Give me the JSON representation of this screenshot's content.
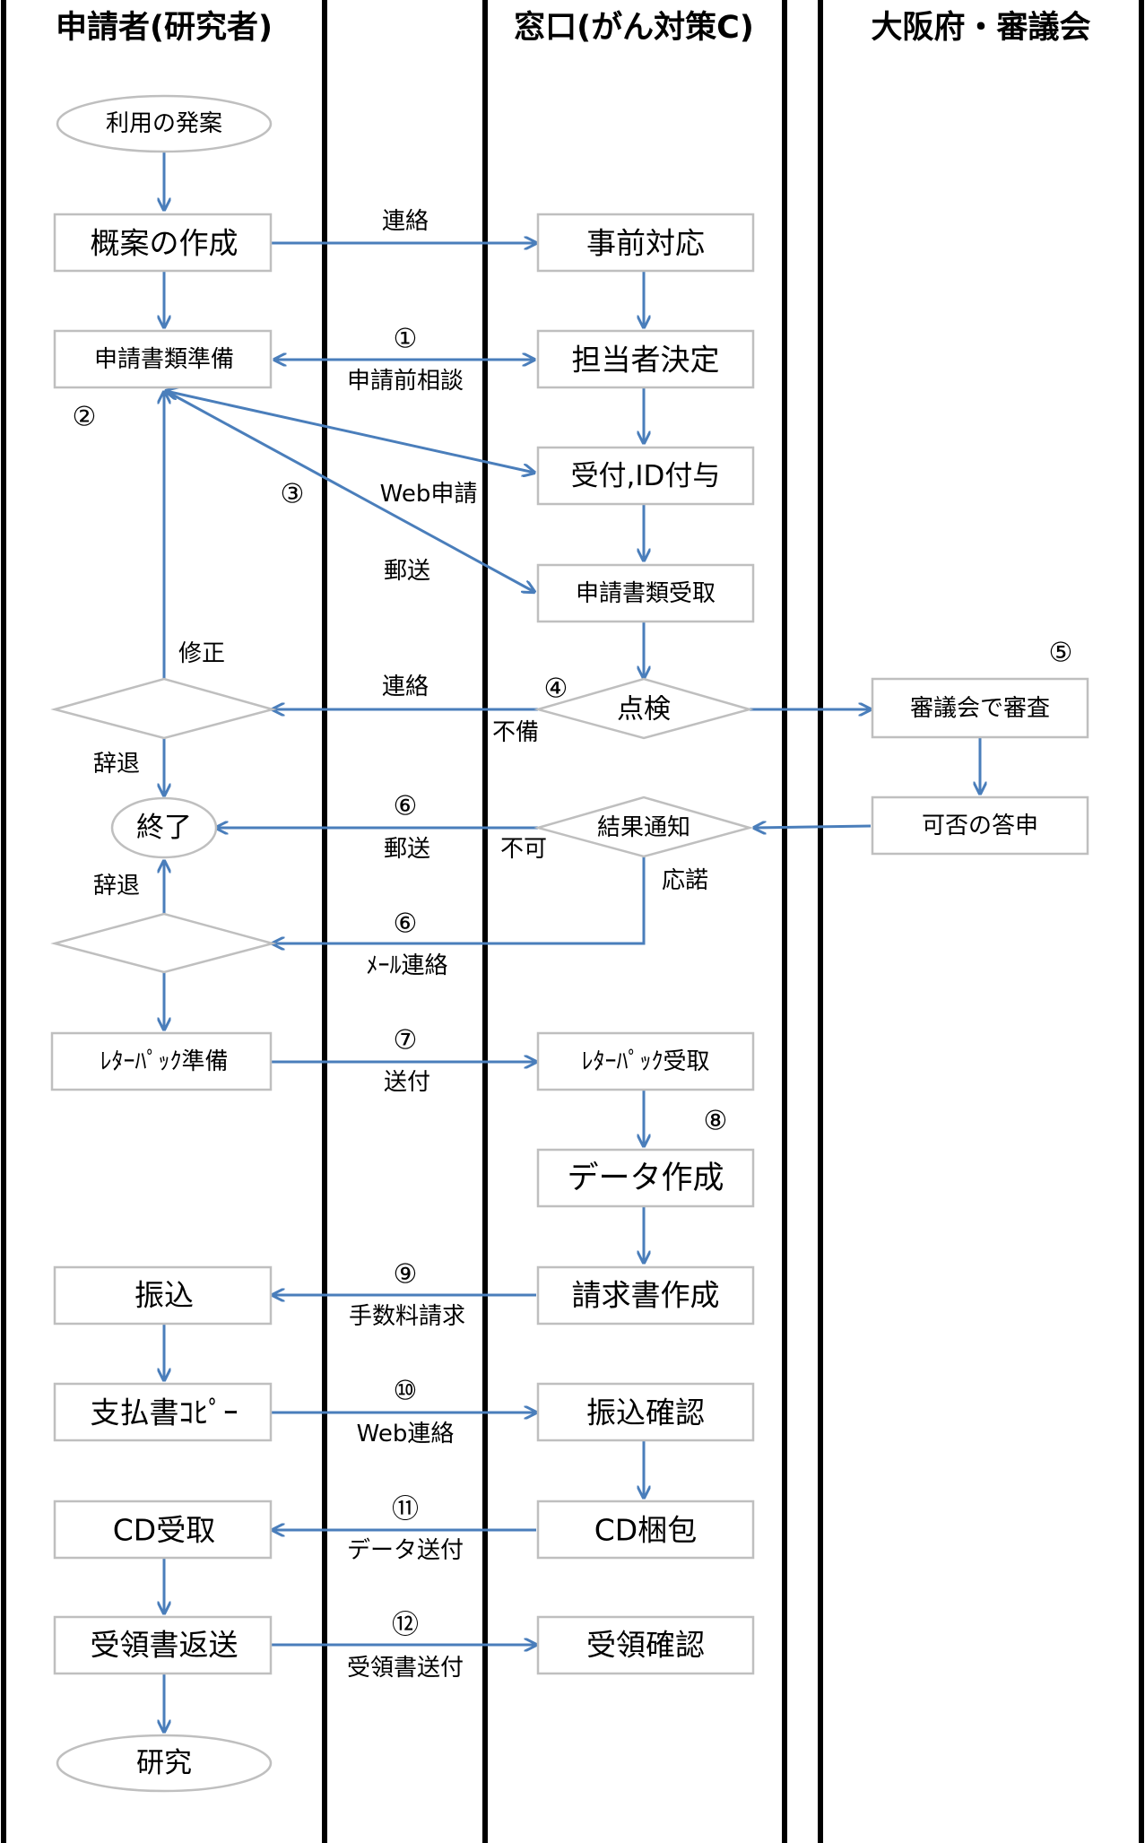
{
  "lanes": {
    "applicant": "申請者(研究者)",
    "window": "窓口(がん対策C)",
    "prefecture": "大阪府・審議会"
  },
  "nodes": {
    "start": "利用の発案",
    "draft": "概案の作成",
    "prepare_docs": "申請書類準備",
    "decision_fix": "",
    "end": "終了",
    "decision_accept": "",
    "letterpack_prep": "ﾚﾀｰﾊﾟｯｸ準備",
    "transfer": "振込",
    "receipt_copy": "支払書ｺﾋﾟｰ",
    "cd_receive": "CD受取",
    "return_receipt": "受領書返送",
    "research": "研究",
    "pre_response": "事前対応",
    "assign": "担当者決定",
    "reception": "受付,ID付与",
    "docs_received": "申請書類受取",
    "check": "点検",
    "result_notice": "結果通知",
    "letterpack_receive": "ﾚﾀｰﾊﾟｯｸ受取",
    "data_create": "データ作成",
    "invoice": "請求書作成",
    "transfer_confirm": "振込確認",
    "cd_pack": "CD梱包",
    "receipt_confirm": "受領確認",
    "council_review": "審議会で審査",
    "answer": "可否の答申"
  },
  "labels": {
    "contact1": "連絡",
    "num1": "①",
    "pre_consult": "申請前相談",
    "num2": "②",
    "num3": "③",
    "web_apply": "Web申請",
    "mail": "郵送",
    "fix": "修正",
    "contact2": "連絡",
    "num4": "④",
    "deficiency": "不備",
    "num5": "⑤",
    "withdraw1": "辞退",
    "num6a": "⑥",
    "mail2": "郵送",
    "reject": "不可",
    "consent": "応諾",
    "withdraw2": "辞退",
    "num6b": "⑥",
    "mail_contact": "ﾒｰﾙ連絡",
    "num7": "⑦",
    "send": "送付",
    "num8": "⑧",
    "num9": "⑨",
    "fee_request": "手数料請求",
    "num10": "⑩",
    "web_contact": "Web連絡",
    "num11": "⑪",
    "data_send": "データ送付",
    "num12": "⑫",
    "receipt_send": "受領書送付"
  },
  "colors": {
    "arrow": "#4a7ebb",
    "box_border": "#bfbfbf",
    "lane_line": "#000000"
  }
}
